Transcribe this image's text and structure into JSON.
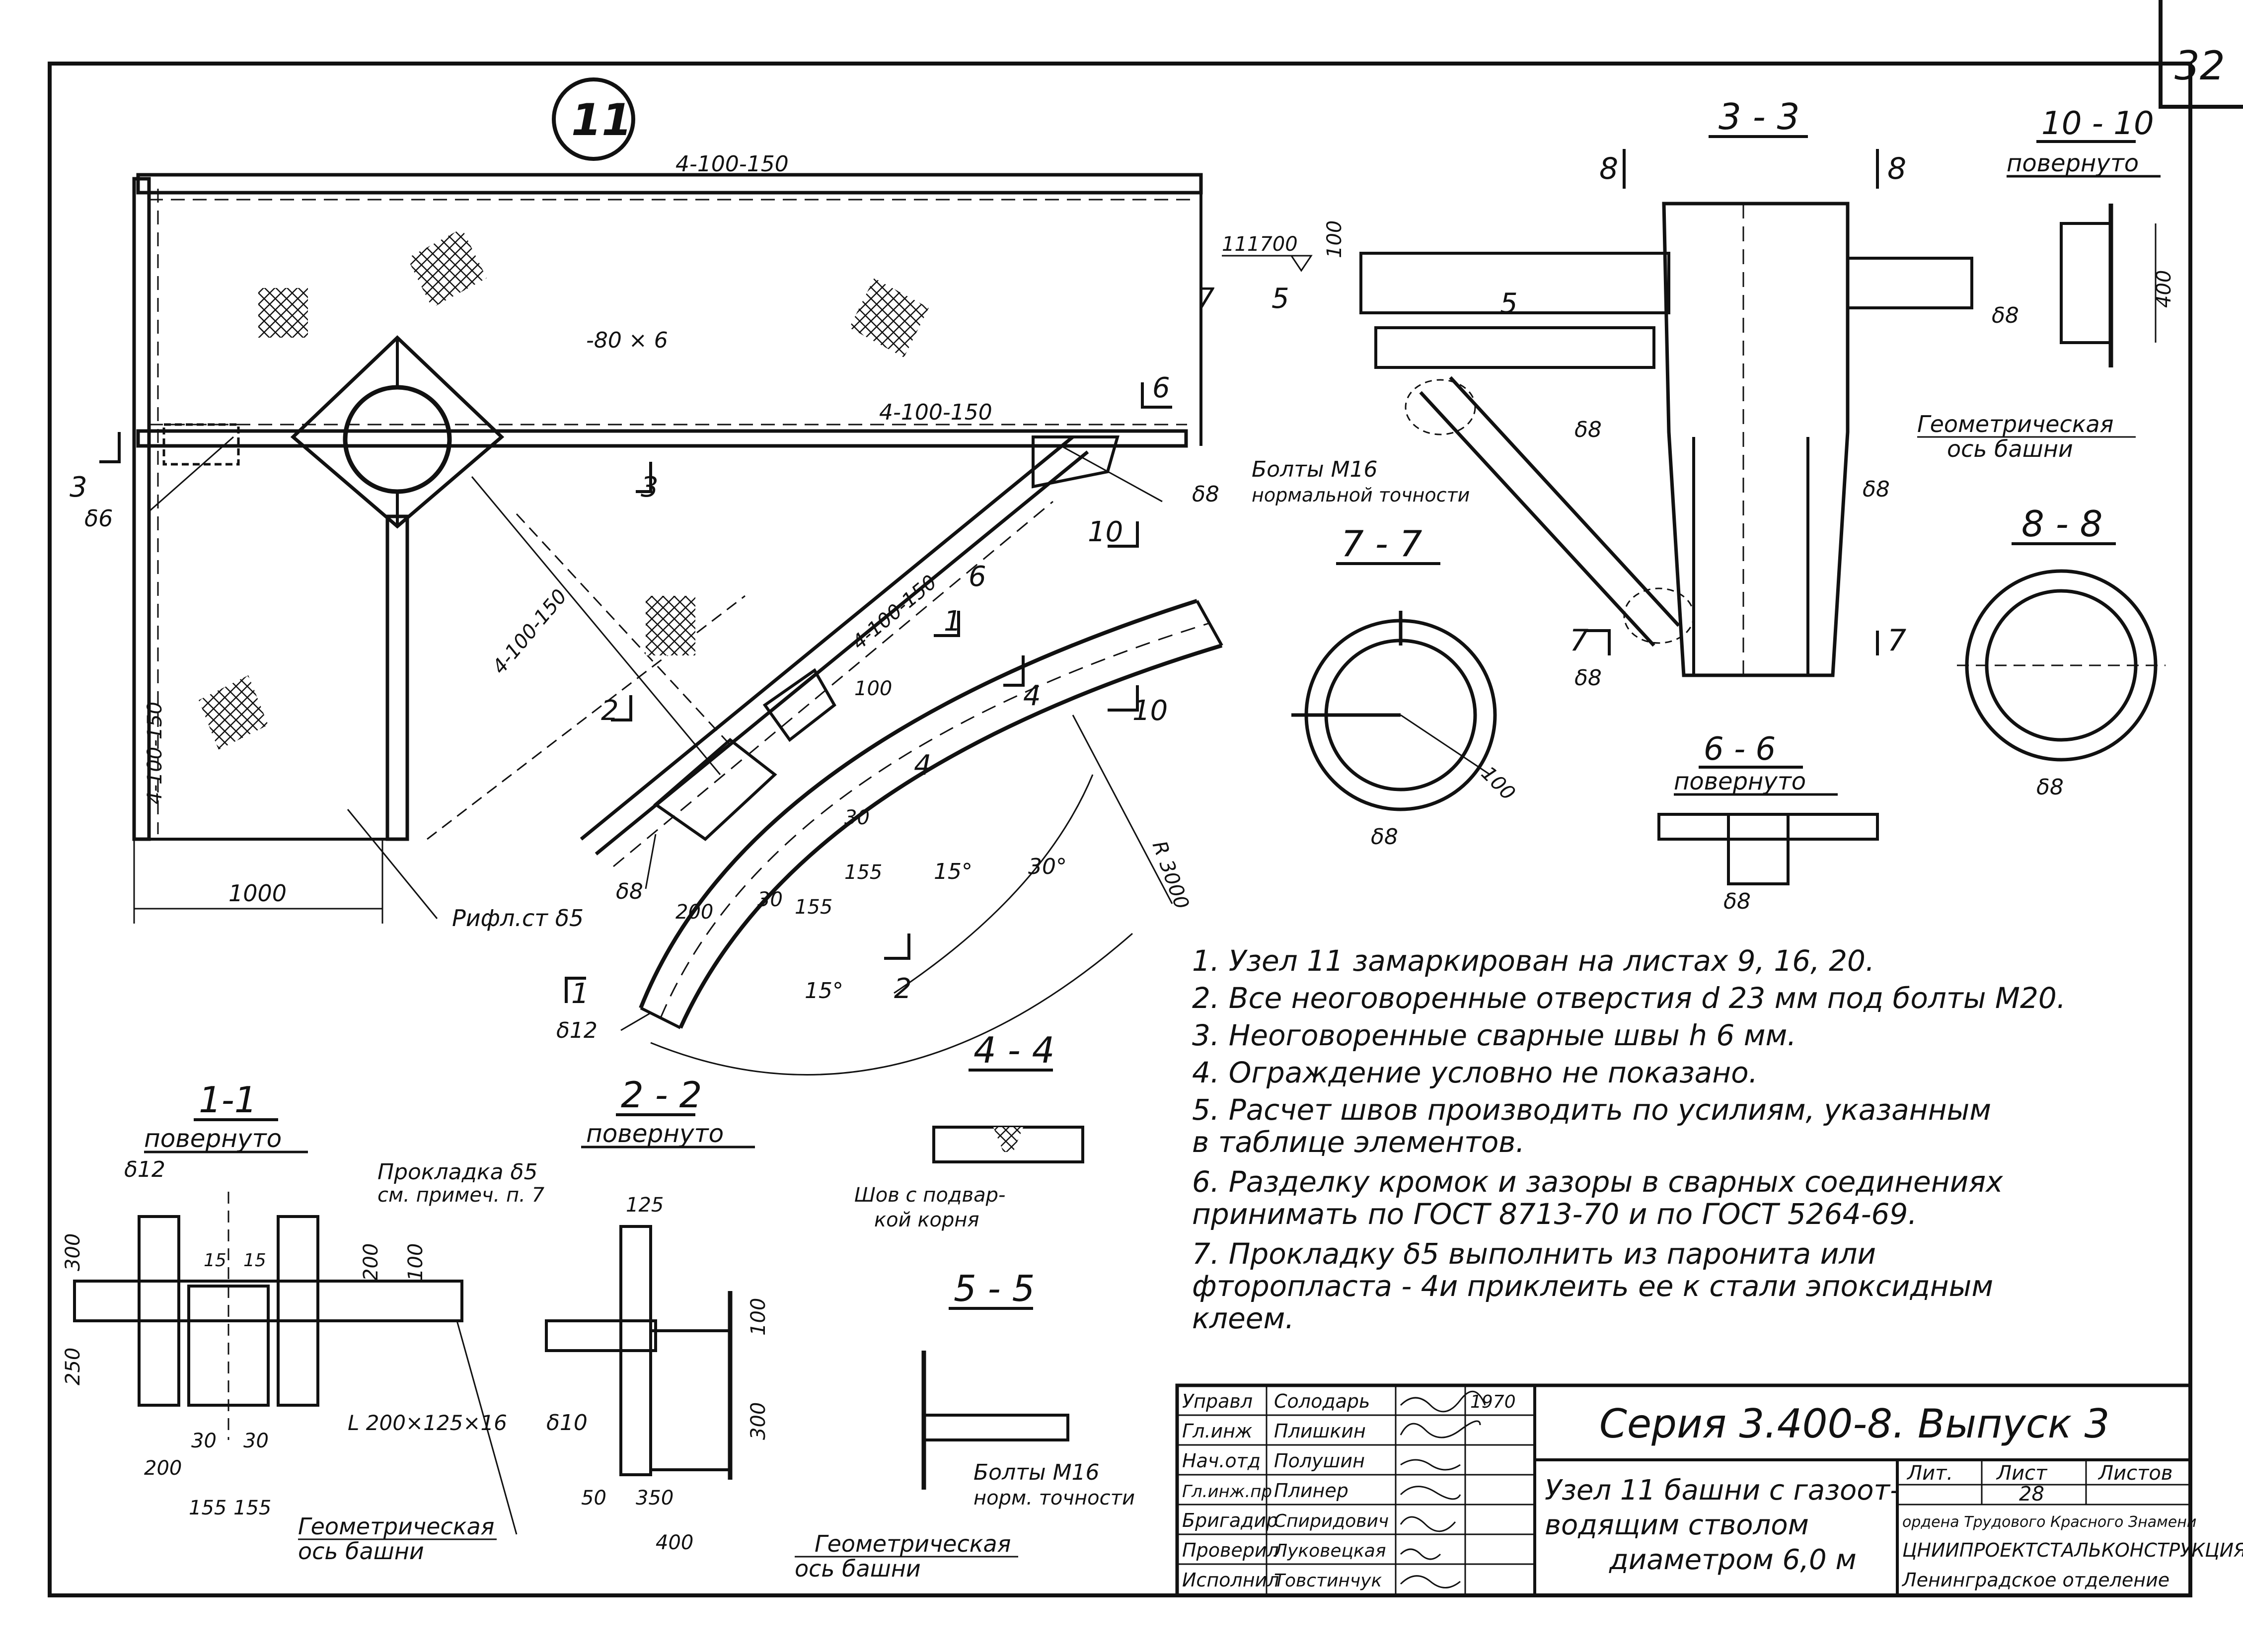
{
  "sheet": {
    "page_number": "32",
    "node_number": "11"
  },
  "main_view": {
    "dims": {
      "top_member": "4-100-150",
      "plate": "-80 × 6",
      "mid_member": "4-100-150",
      "diag_member_a": "4-100-150",
      "diag_member_b": "4-100-150",
      "vert_member": "4-100-150",
      "bottom_len": "1000",
      "d6": "δ6",
      "d8a": "δ8",
      "d8b": "δ8",
      "d12": "δ12",
      "r": "R 3000",
      "ang15a": "15°",
      "ang30": "30°",
      "ang15b": "15°",
      "d200": "200",
      "d155a": "155",
      "d155b": "155",
      "d30a": "30",
      "d30b": "30",
      "d100": "100",
      "rifl": "Рифл.ст δ5",
      "bolts": "Болты М16",
      "bolts2": "нормальной точности"
    },
    "section_marks": [
      "3",
      "3",
      "2",
      "2",
      "1",
      "1",
      "4",
      "4",
      "10",
      "10",
      "6",
      "6",
      "7"
    ]
  },
  "sections": {
    "s33": "3 - 3",
    "s88": "8 - 8",
    "s77": "7 - 7",
    "s66": "6 - 6",
    "s66sub": "повернуто",
    "s1010": "10 - 10",
    "s1010sub": "повернуто",
    "s11": "1-1",
    "s11sub": "повернуто",
    "s22": "2 - 2",
    "s22sub": "повернуто",
    "s44": "4 - 4",
    "s55": "5 - 5"
  },
  "section_labels": {
    "elev": "111700",
    "ax1": "Геометрическая",
    "ax2": "ось башни",
    "d8": "δ8",
    "d100": "100",
    "d400": "400",
    "m8": "8",
    "m5": "5",
    "m7": "7",
    "gasket1": "Прокладка δ5",
    "gasket2": "см. примеч. п. 7",
    "angle": "L 200×125×16",
    "d10": "δ10",
    "d125": "125",
    "d300": "300",
    "d250": "250",
    "d200": "200",
    "d350": "350",
    "d50": "50",
    "d155": "155",
    "d30": "30",
    "d15": "15",
    "weld1": "Шов с подвар-",
    "weld2": "кой корня",
    "bolts1": "Болты М16",
    "bolts2": "норм. точности"
  },
  "notes": [
    "1.  Узел 11 замаркирован на листах 9, 16, 20.",
    "2.  Все неоговоренные отверстия d 23 мм под болты М20.",
    "3.  Неоговоренные сварные швы h 6 мм.",
    "4.  Ограждение условно не показано.",
    "5.  Расчет швов производить по усилиям, указанным",
    "     в таблице элементов.",
    "6.  Разделку кромок и зазоры в сварных соединениях",
    "     принимать по ГОСТ 8713-70 и по ГОСТ 5264-69.",
    "7.  Прокладку δ5 выполнить из паронита или",
    "     фторопласта - 4и приклеить ее к стали эпоксидным",
    "     клеем."
  ],
  "title_block": {
    "series": "Серия 3.400-8. Выпуск 3",
    "title_l1": "Узел 11 башни с газоот-",
    "title_l2": "водящим стволом",
    "title_l3": "диаметром 6,0 м",
    "lit_h": "Лит.",
    "sheet_h": "Лист",
    "sheets_h": "Листов",
    "sheet_no": "28",
    "org1": "ордена Трудового Красного Знамени",
    "org2": "ЦНИИПРОЕКТСТАЛЬКОНСТРУКЦИЯ",
    "org3": "Ленинградское отделение",
    "roles": [
      "Управл",
      "Гл.инж",
      "Нач.отд",
      "Гл.инж.пр",
      "Бригадир",
      "Проверил",
      "Исполнил"
    ],
    "names": [
      "Солодарь",
      "Плишкин",
      "Полушин",
      "Плинер",
      "Спиридович",
      "Луковецкая",
      "Товстинчук"
    ],
    "year": "1970"
  }
}
